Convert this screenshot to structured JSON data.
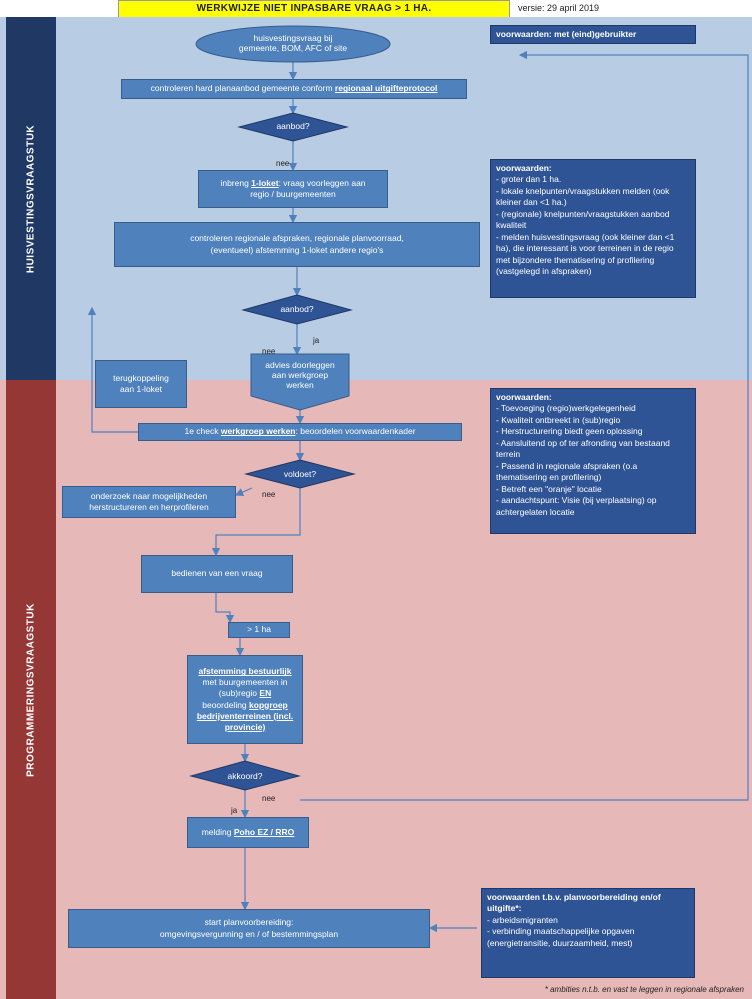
{
  "header": {
    "title": "WERKWIJZE NIET INPASBARE VRAAG > 1 HA.",
    "version": "versie: 29 april 2019"
  },
  "sections": {
    "top_label": "HUISVESTINGSVRAAGSTUK",
    "bottom_label": "PROGRAMMERINGSVRAAGSTUK"
  },
  "colors": {
    "top_band": "#b8cce4",
    "bottom_band": "#e6b8b8",
    "top_side": "#1f3864",
    "bottom_side": "#953735",
    "box": "#4f81bd",
    "note": "#2f5496",
    "title_highlight": "#ffff00"
  },
  "nodes": {
    "start_1": "huisvestingsvraag bij",
    "start_2": "gemeente, BOM, AFC of site",
    "check_hard_pre": "controleren hard planaanbod gemeente conform ",
    "check_hard_link": "regionaal uitgifteprotocol",
    "dec1": "aanbod?",
    "loket_pre": "inbreng ",
    "loket_link": "1-loket",
    "loket_post": ": vraag voorleggen aan",
    "loket_2": "regio / buurgemeenten",
    "regional_1": "controleren regionale afspraken, regionale planvoorraad,",
    "regional_2": "(eventueel) afstemming 1-loket andere regio's",
    "dec2": "aanbod?",
    "advies_1": "advies doorleggen",
    "advies_2": "aan werkgroep",
    "advies_3": "werken",
    "terug_1": "terugkoppeling",
    "terug_2": "aan 1-loket",
    "check1_pre": "1e check ",
    "check1_link": "werkgroep werken",
    "check1_post": ": beoordelen voorwaardenkader",
    "dec3": "voldoet?",
    "onderzoek_1": "onderzoek naar mogelijkheden",
    "onderzoek_2": "herstructureren en herprofileren",
    "bedienen": "bedienen van een vraag",
    "gt1ha": "> 1 ha",
    "afstem_link1": "afstemming bestuurlijk",
    "afstem_2": "met buurgemeenten in",
    "afstem_3_pre": "(sub)regio ",
    "afstem_3_link": "EN",
    "afstem_4_pre": "beoordeling ",
    "afstem_4_link": "kopgroep",
    "afstem_5": "bedrijventerreinen (incl.",
    "afstem_6": "provincie)",
    "dec4": "akkoord?",
    "melding_pre": "melding ",
    "melding_link": "Poho EZ / RRO",
    "start_plan_1": "start planvoorbereiding:",
    "start_plan_2": "omgevingsvergunning en / of bestemmingsplan"
  },
  "edge_labels": {
    "nee1": "nee",
    "ja1": "ja",
    "nee2": "nee",
    "nee3": "nee",
    "ja2": "ja",
    "nee4": "nee"
  },
  "notes": {
    "note1": "voorwaarden: met (eind)gebruikter",
    "note2_title": "voorwaarden:",
    "note2_items": [
      "-  groter dan 1 ha.",
      "- lokale knelpunten/vraagstukken melden (ook kleiner dan <1 ha.)",
      "- (regionale) knelpunten/vraagstukken aanbod kwaliteit",
      "- melden huisvestingsvraag (ook kleiner dan <1 ha), die interessant is voor terreinen in de regio met bijzondere thematisering of profilering (vastgelegd in afspraken)"
    ],
    "note3_title": "voorwaarden:",
    "note3_items": [
      "- Toevoeging (regio)werkgelegenheid",
      "- Kwaliteit ontbreekt in (sub)regio",
      "- Herstructurering biedt geen oplossing",
      "-  Aansluitend op of ter afronding van bestaand terrein",
      "- Passend in regionale afspraken (o.a thematisering en profilering)",
      "- Betreft een \"oranje\" locatie",
      "- aandachtspunt: Visie (bij verplaatsing) op achtergelaten locatie"
    ],
    "note4_title": "voorwaarden t.b.v. planvoorbereiding en/of uitgifte*:",
    "note4_items": [
      "- arbeidsmigranten",
      "- verbinding maatschappelijke opgaven (energietransitie, duurzaamheid, mest)"
    ]
  },
  "footer": "* ambities n.t.b. en vast te leggen in regionale afspraken"
}
